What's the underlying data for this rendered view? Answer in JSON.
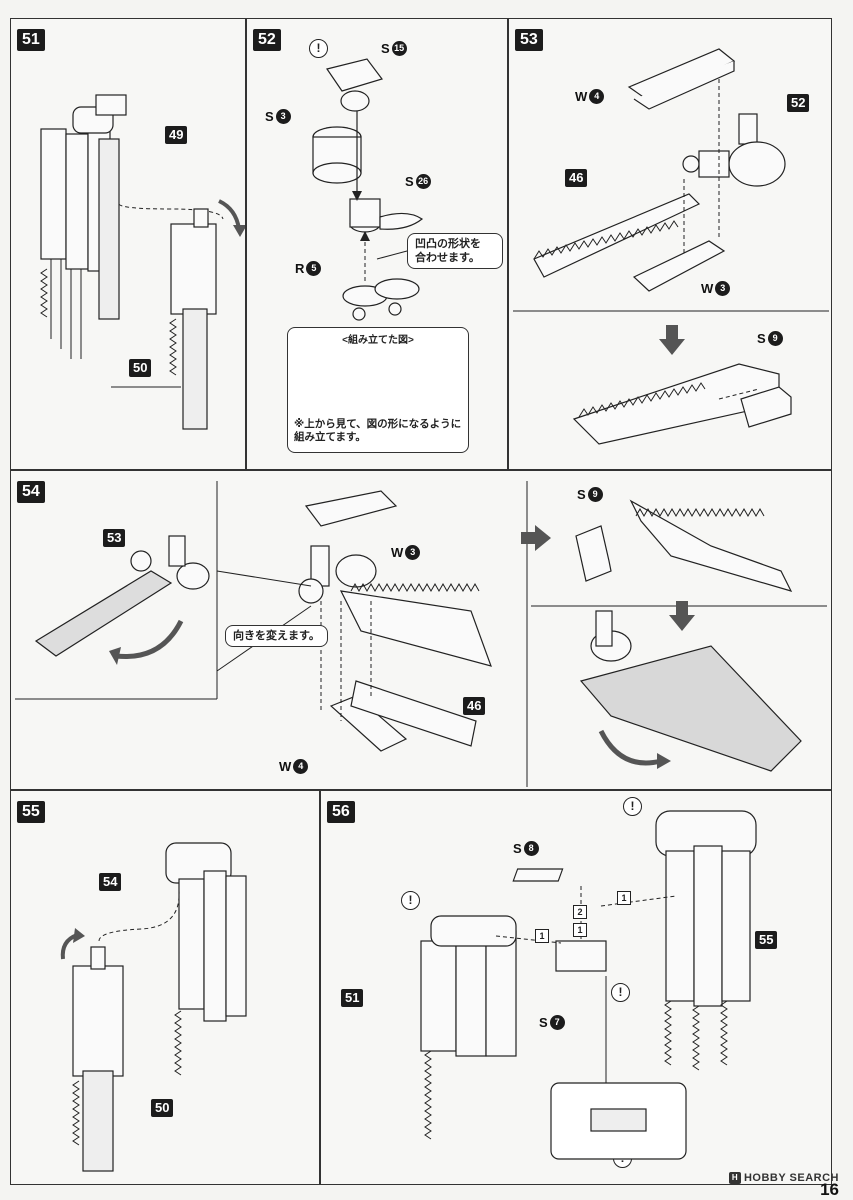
{
  "steps": {
    "s51": {
      "number": "51",
      "callouts": [
        "49",
        "50"
      ]
    },
    "s52": {
      "number": "52",
      "parts": [
        {
          "prefix": "S",
          "num": "15"
        },
        {
          "prefix": "S",
          "num": "3"
        },
        {
          "prefix": "S",
          "num": "26"
        },
        {
          "prefix": "R",
          "num": "5"
        }
      ],
      "note_align": "凹凸の形状を\n合わせます。",
      "assembled_title": "<組み立てた図>",
      "assembled_note": "※上から見て、図の形になるように\n組み立てます。"
    },
    "s53": {
      "number": "53",
      "callouts": [
        "52",
        "46"
      ],
      "parts": [
        {
          "prefix": "W",
          "num": "4"
        },
        {
          "prefix": "W",
          "num": "3"
        },
        {
          "prefix": "S",
          "num": "9"
        }
      ]
    },
    "s54": {
      "number": "54",
      "callouts": [
        "53",
        "46"
      ],
      "parts": [
        {
          "prefix": "W",
          "num": "3"
        },
        {
          "prefix": "W",
          "num": "4"
        },
        {
          "prefix": "S",
          "num": "9"
        }
      ],
      "note_turn": "向きを変えます。"
    },
    "s55": {
      "number": "55",
      "callouts": [
        "54",
        "50"
      ]
    },
    "s56": {
      "number": "56",
      "callouts": [
        "51",
        "55"
      ],
      "parts": [
        {
          "prefix": "S",
          "num": "8"
        },
        {
          "prefix": "S",
          "num": "7"
        }
      ],
      "sequence": [
        "1",
        "2",
        "1",
        "1"
      ]
    }
  },
  "footer": {
    "brand": "HOBBY SEARCH",
    "page": "16"
  },
  "colors": {
    "ink": "#1c1c1c",
    "arrow": "#555555",
    "paper": "#f7f7f5"
  },
  "icons": {
    "warning": "exclamation-circle-icon"
  }
}
